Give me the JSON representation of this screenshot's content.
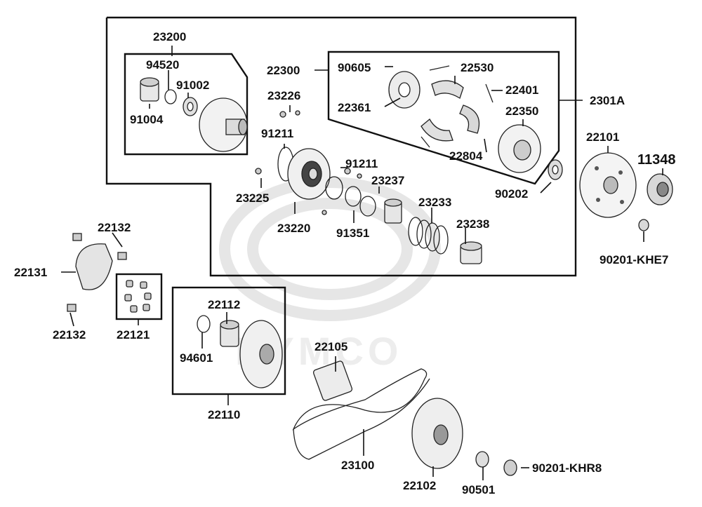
{
  "watermark": {
    "brand": "KYMCO"
  },
  "labels": {
    "l23200": "23200",
    "l94520": "94520",
    "l91002": "91002",
    "l91004": "91004",
    "l22300": "22300",
    "l90605": "90605",
    "l22530": "22530",
    "l22401": "22401",
    "l22361": "22361",
    "l22350": "22350",
    "l2301A": "2301A",
    "l23226": "23226",
    "l91211a": "91211",
    "l91211b": "91211",
    "l22804": "22804",
    "l22101": "22101",
    "l11348": "11348",
    "l23237": "23237",
    "l90202": "90202",
    "l23225": "23225",
    "l23233": "23233",
    "l23220": "23220",
    "l91351": "91351",
    "l23238": "23238",
    "l90201KHE7": "90201-KHE7",
    "l22132a": "22132",
    "l22131": "22131",
    "l22132b": "22132",
    "l22121": "22121",
    "l22112": "22112",
    "l94601": "94601",
    "l22110": "22110",
    "l22105": "22105",
    "l23100": "23100",
    "l22102": "22102",
    "l90501": "90501",
    "l90201KHR8": "90201-KHR8"
  }
}
